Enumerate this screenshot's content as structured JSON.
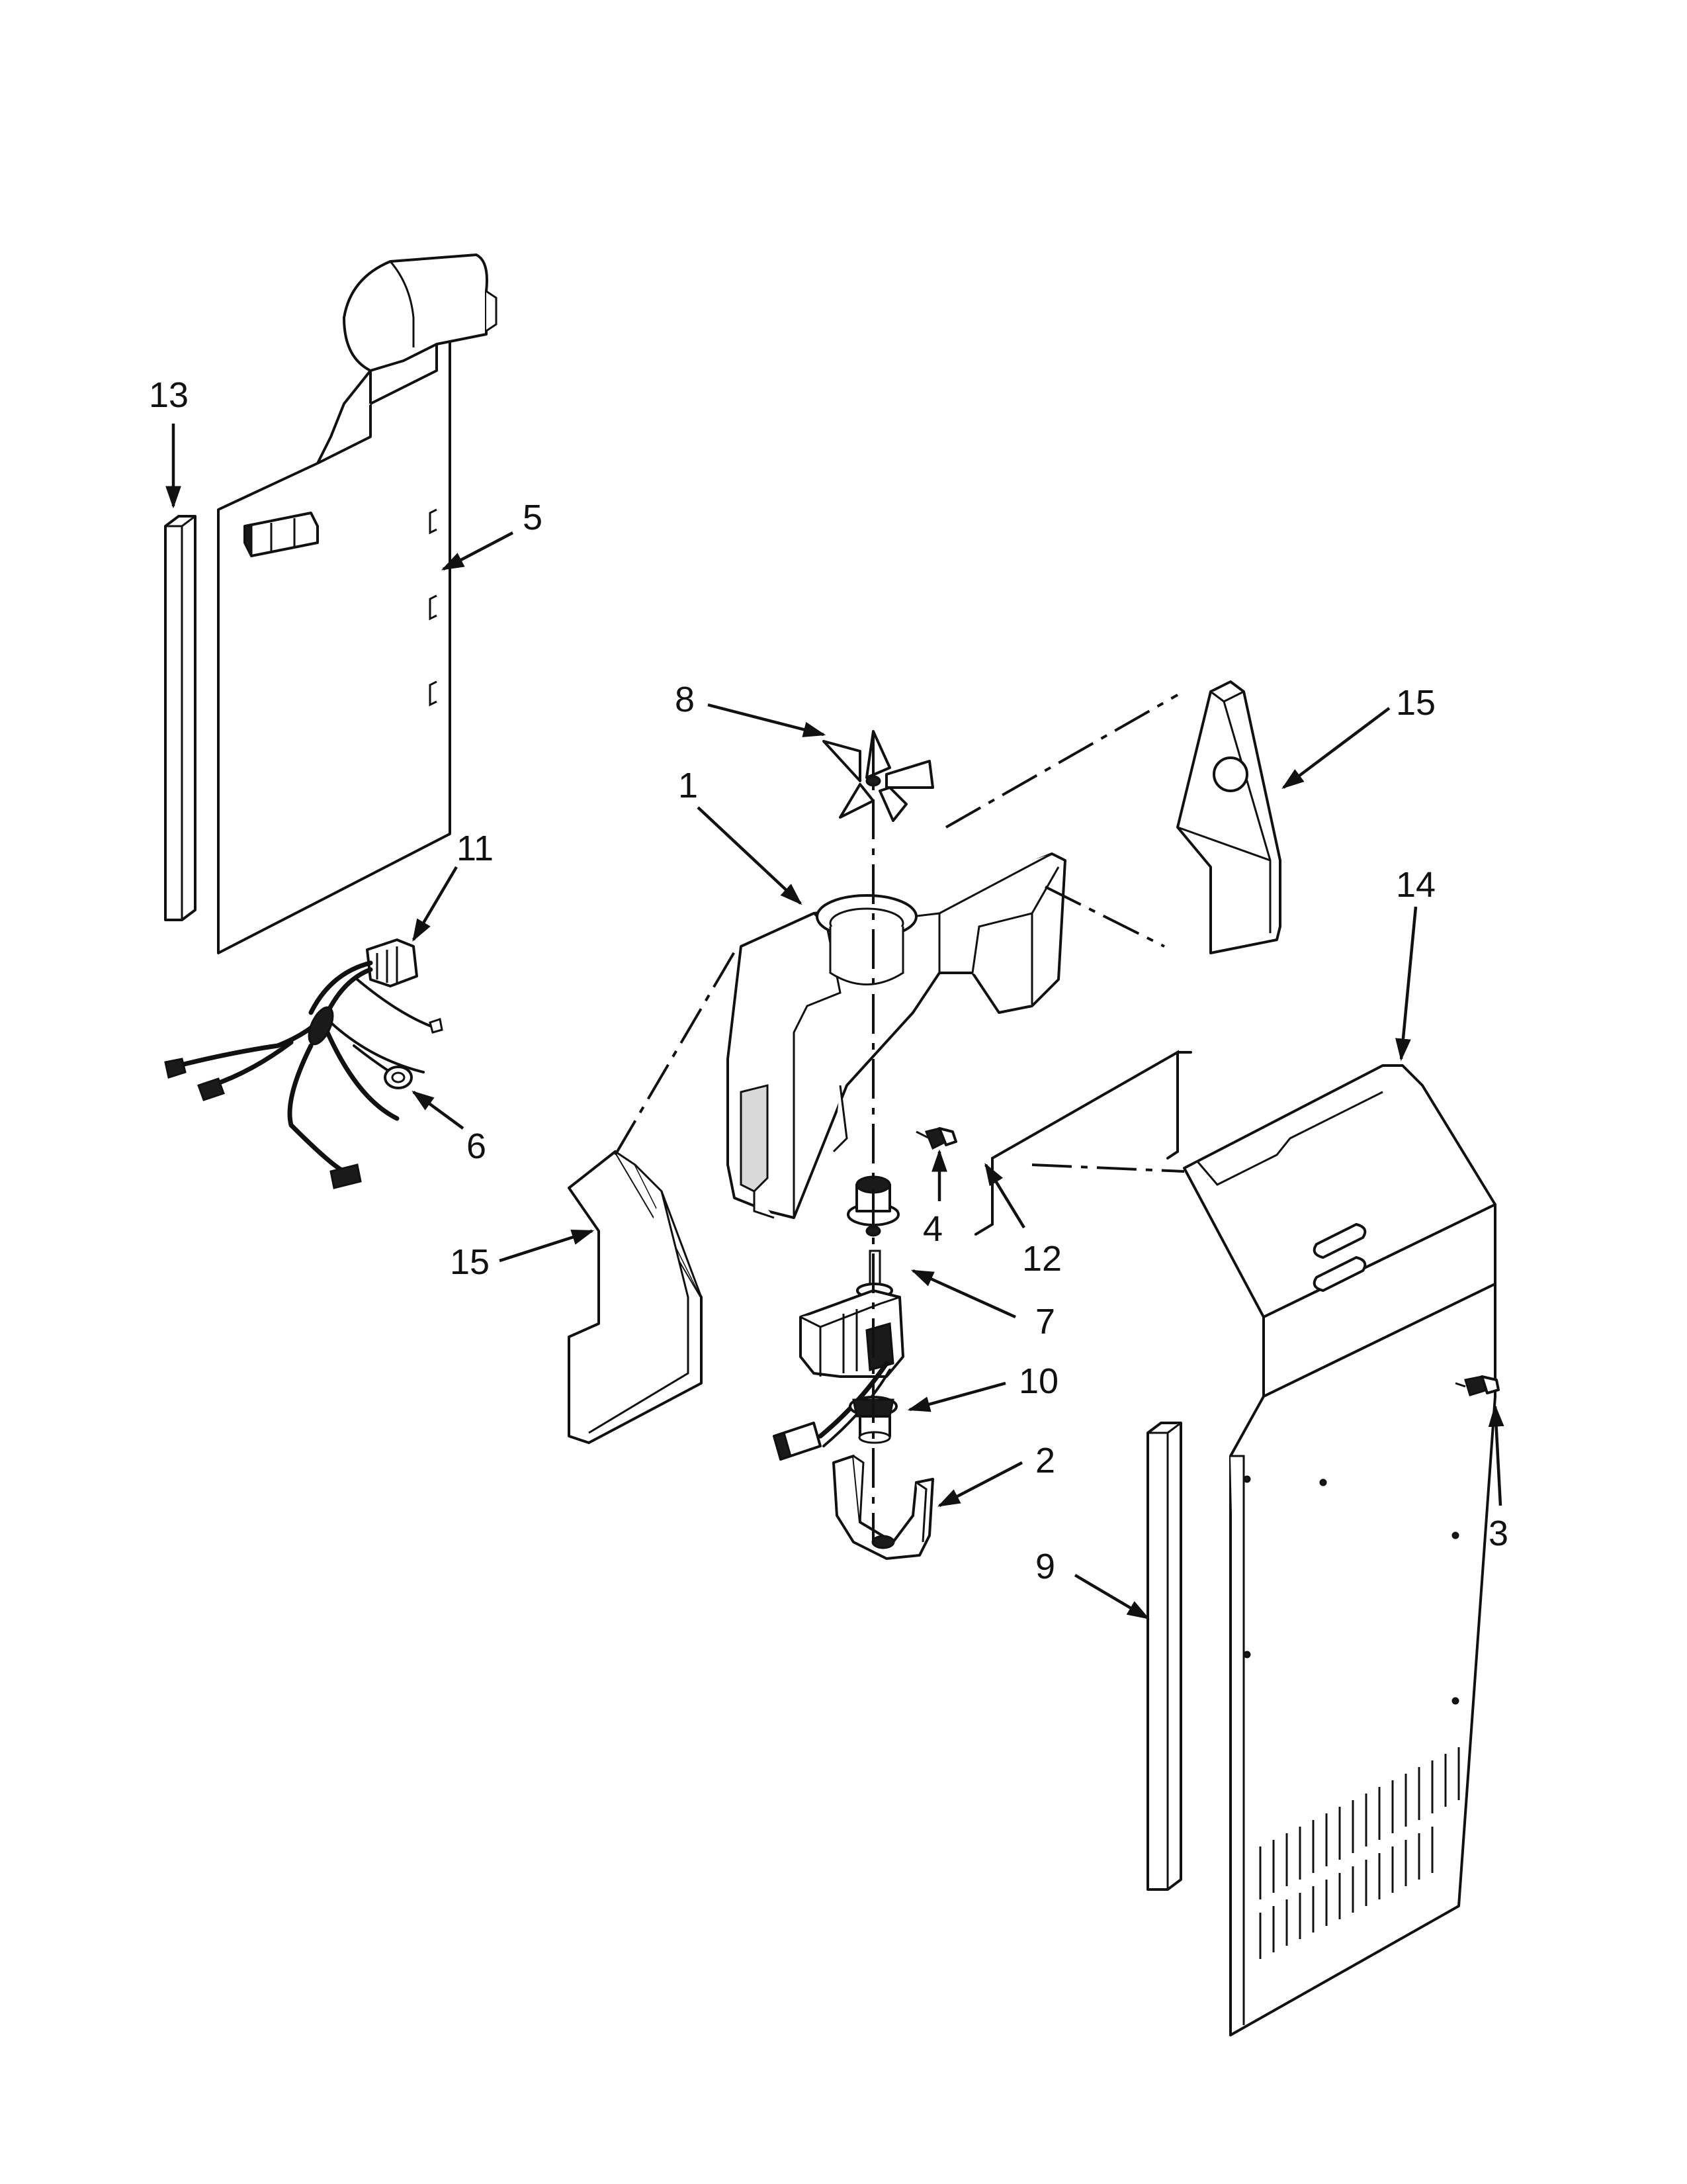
{
  "callouts": [
    {
      "id": "1",
      "label": "1"
    },
    {
      "id": "2",
      "label": "2"
    },
    {
      "id": "3",
      "label": "3"
    },
    {
      "id": "4",
      "label": "4"
    },
    {
      "id": "5",
      "label": "5"
    },
    {
      "id": "6",
      "label": "6"
    },
    {
      "id": "7",
      "label": "7"
    },
    {
      "id": "8",
      "label": "8"
    },
    {
      "id": "9",
      "label": "9"
    },
    {
      "id": "10",
      "label": "10"
    },
    {
      "id": "11",
      "label": "11"
    },
    {
      "id": "12",
      "label": "12"
    },
    {
      "id": "13",
      "label": "13"
    },
    {
      "id": "14",
      "label": "14"
    },
    {
      "id": "15a",
      "label": "15"
    },
    {
      "id": "15b",
      "label": "15"
    }
  ]
}
